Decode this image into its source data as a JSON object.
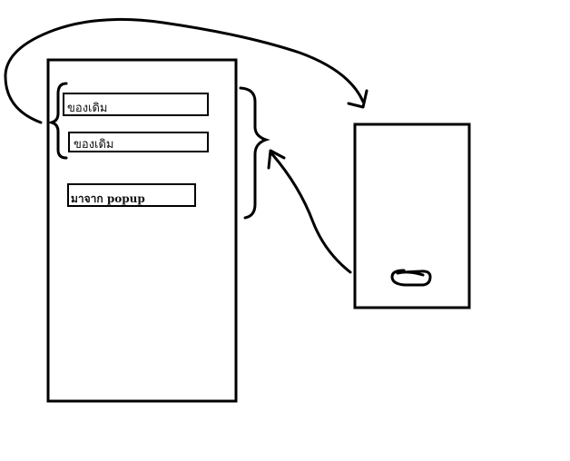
{
  "diagram": {
    "fields": [
      {
        "text": "ของเดิม"
      },
      {
        "text": "ของเดิม"
      },
      {
        "text": "มาจาก popup"
      }
    ],
    "colors": {
      "ink": "#000000",
      "background": "#ffffff"
    }
  }
}
